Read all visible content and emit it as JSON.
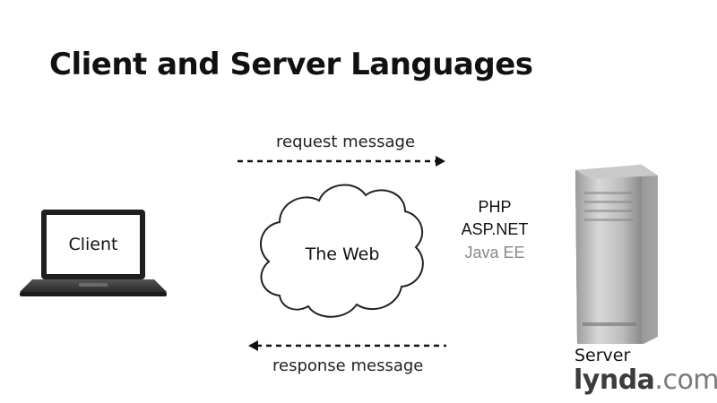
{
  "slide": {
    "title": "Client and Server Languages",
    "request_label": "request message",
    "response_label": "response message",
    "cloud_label": "The Web",
    "client_label": "Client",
    "server_label": "Server",
    "languages": [
      "PHP",
      "ASP.NET",
      "Java EE"
    ],
    "brand_primary": "lynda",
    "brand_secondary": ".com"
  },
  "colors": {
    "text": "#111111",
    "muted_language": "#888888",
    "brand_gray": "#7a7a7a"
  }
}
